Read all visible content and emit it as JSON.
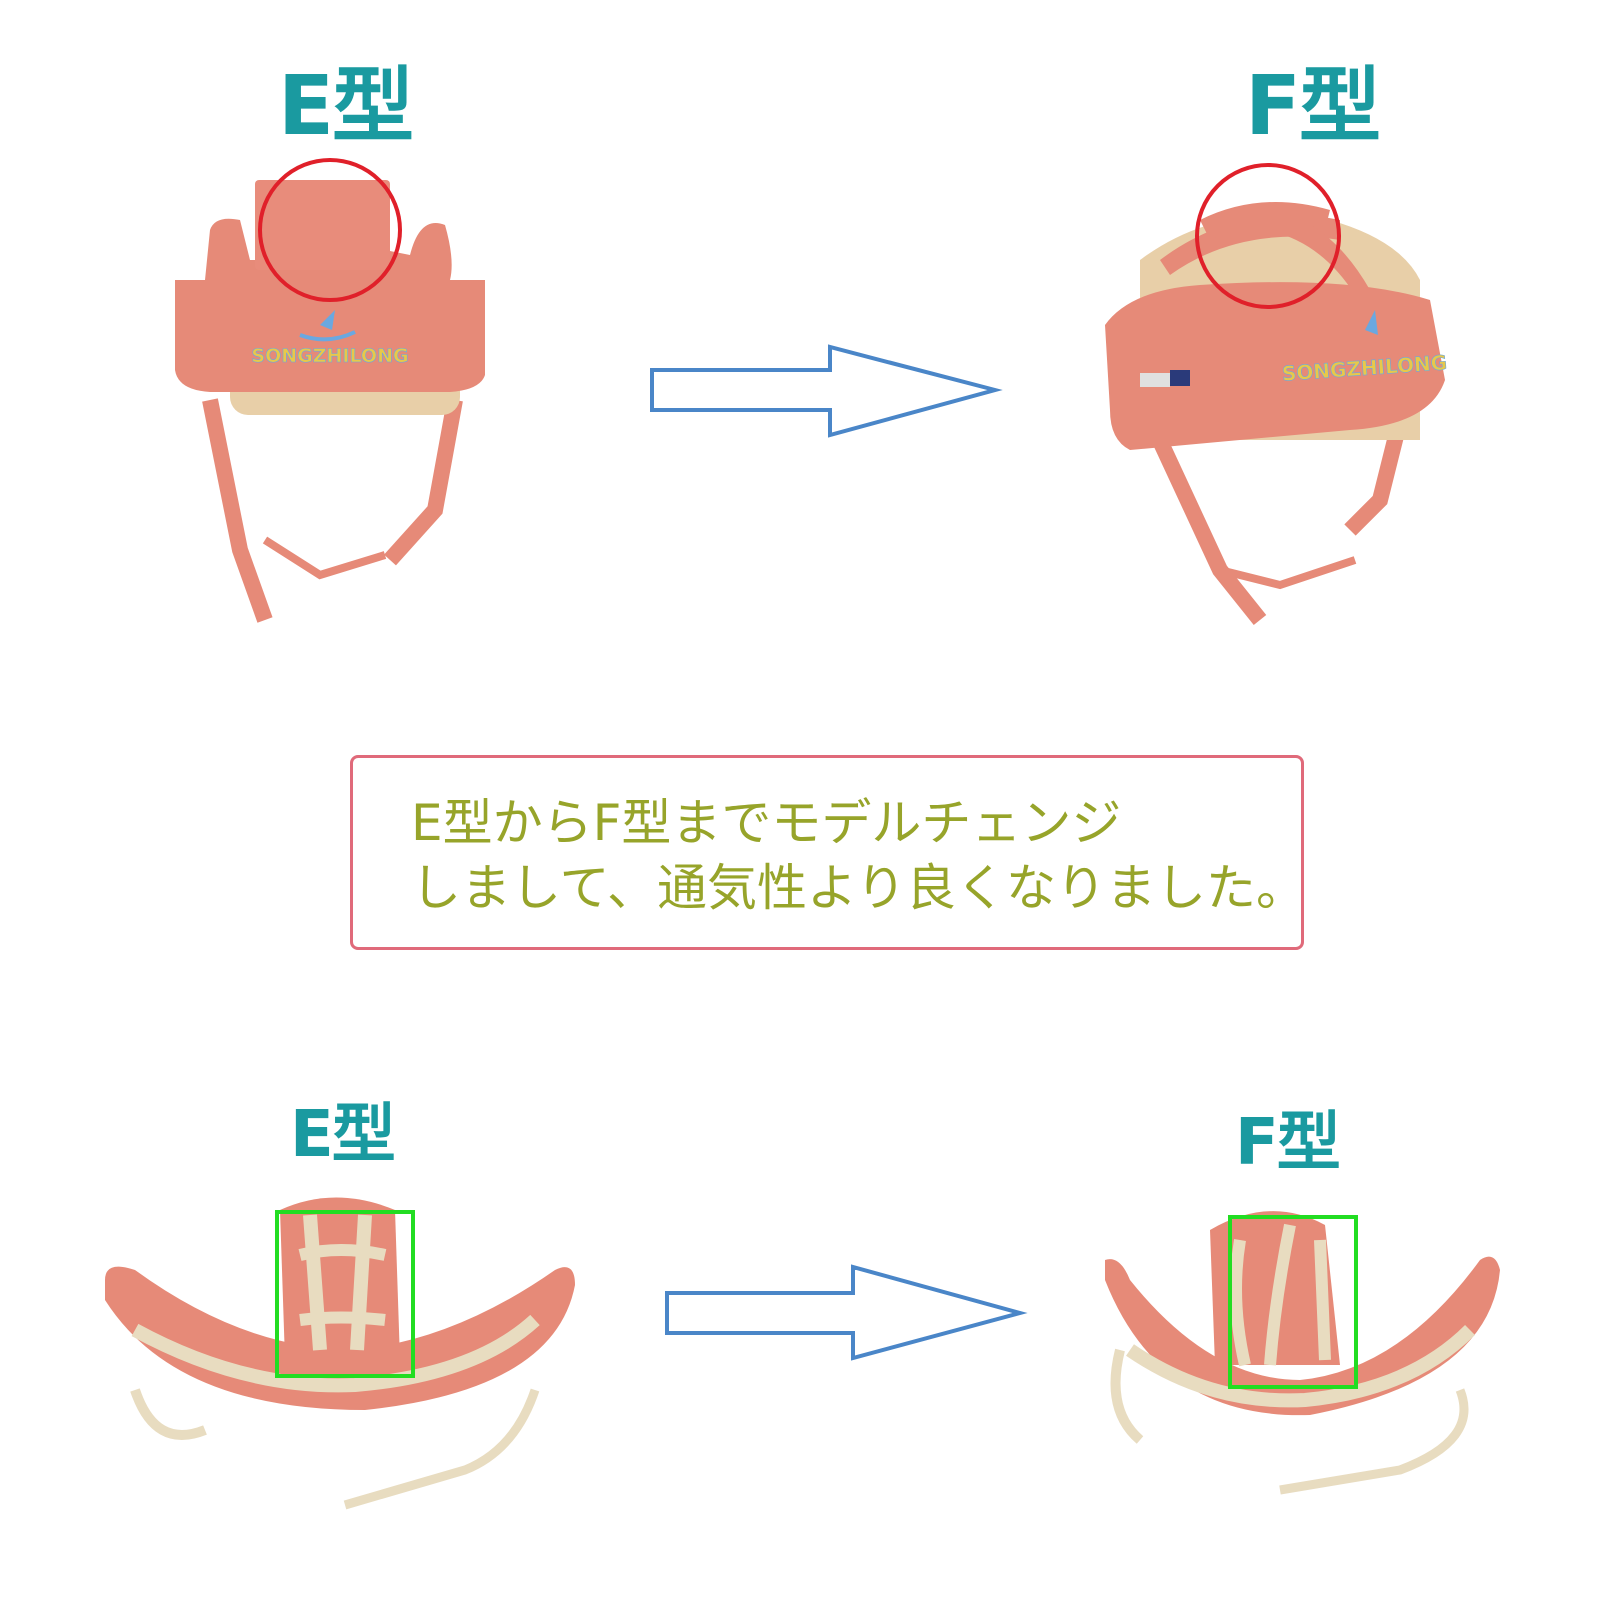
{
  "labels": {
    "top_left": "E型",
    "top_right": "F型",
    "bottom_left": "E型",
    "bottom_right": "F型"
  },
  "notice": {
    "line1": "E型からF型までモデルチェンジ",
    "line2": "しまして、通気性より良くなりました。"
  },
  "product": {
    "brand_embroidery": "SONGZHILONG"
  },
  "colors": {
    "label": "#1a9aa0",
    "notice_text": "#97a42a",
    "notice_border": "#e06a7a",
    "arrow": "#4a86c8",
    "highlight_circle": "#e0202a",
    "highlight_box": "#22dd22",
    "helmet": "#e68a78",
    "helmet_lining": "#e8cfa8"
  }
}
